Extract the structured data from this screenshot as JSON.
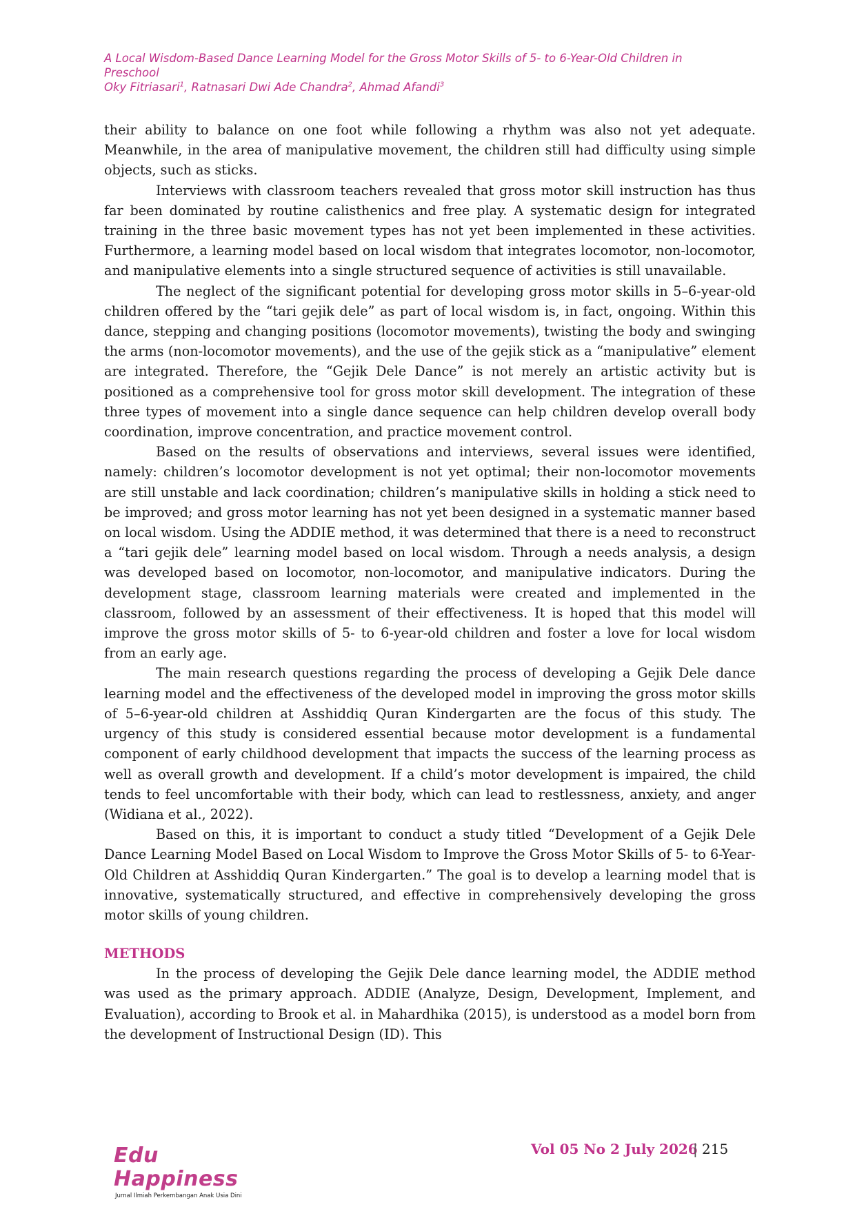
{
  "header": {
    "title_line1": "A Local Wisdom-Based Dance Learning Model for the Gross Motor Skills of 5- to 6-Year-Old Children in",
    "title_line2": "Preschool",
    "authors": {
      "author1": "Oky Fitriasari",
      "sup1": "1",
      "sep1": ", ",
      "author2": "Ratnasari Dwi Ade Chandra",
      "sup2": "2",
      "sep2": ", ",
      "author3": "Ahmad Afandi",
      "sup3": "3"
    }
  },
  "body": {
    "paragraphs": [
      "their ability to balance on one foot while following a rhythm was also not yet adequate. Meanwhile, in the area of manipulative movement, the children still had difficulty using simple objects, such as sticks.",
      "Interviews with classroom teachers revealed that gross motor skill instruction has thus far been dominated by routine calisthenics and free play. A systematic design for integrated training in the three basic movement types has not yet been implemented in these activities. Furthermore, a learning model based on local wisdom that integrates locomotor, non-locomotor, and manipulative elements into a single structured sequence of activities is still unavailable.",
      "The neglect of the significant potential for developing gross motor skills in 5–6-year-old children offered by the “tari gejik dele” as part of local wisdom is, in fact, ongoing. Within this dance, stepping and changing positions (locomotor movements), twisting the body and swinging the arms (non-locomotor movements), and the use of the gejik stick as a “manipulative” element are integrated. Therefore, the “Gejik Dele Dance” is not merely an artistic activity but is positioned as a comprehensive tool for gross motor skill development. The integration of these three types of movement into a single dance sequence can help children develop overall body coordination, improve concentration, and practice movement control.",
      "Based on the results of observations and interviews, several issues were identified, namely: children’s locomotor development is not yet optimal; their non-locomotor movements are still unstable and lack coordination; children’s manipulative skills in holding a stick need to be improved; and gross motor learning has not yet been designed in a systematic manner based on local wisdom. Using the ADDIE method, it was determined that there is a need to reconstruct a “tari gejik dele” learning model based on local wisdom. Through a needs analysis, a design was developed based on locomotor, non-locomotor, and manipulative indicators. During the development stage, classroom learning materials were created and implemented in the classroom, followed by an assessment of their effectiveness. It is hoped that this model will improve the gross motor skills of 5- to 6-year-old children and foster a love for local wisdom from an early age.",
      "The main research questions regarding the process of developing a Gejik Dele dance learning model and the effectiveness of the developed model in improving the gross motor skills of 5–6-year-old children at Asshiddiq Quran Kindergarten are the focus of this study. The urgency of this study is considered essential because motor development is a fundamental component of early childhood development that impacts the success of the learning process as well as overall growth and development. If a child’s motor development is impaired, the child tends to feel uncomfortable with their body, which can lead to restlessness, anxiety, and anger (Widiana et al., 2022).",
      "Based on this, it is important to conduct a study titled “Development of a Gejik Dele Dance Learning Model Based on Local Wisdom to Improve the Gross Motor Skills of 5- to 6-Year-Old Children at Asshiddiq Quran Kindergarten.” The goal is to develop a learning model that is innovative, systematically structured, and effective in comprehensively developing the gross motor skills of young children."
    ],
    "methods_heading": "METHODS",
    "methods_paragraph": "In the process of developing the Gejik Dele dance learning model, the ADDIE method was used as the primary approach. ADDIE (Analyze, Design, Development, Implement, and Evaluation), according to Brook et al. in Mahardhika (2015), is understood as a model born from the development of Instructional Design (ID). This"
  },
  "footer": {
    "logo_title": "Edu Happiness",
    "logo_subtitle": "Jurnal Ilmiah Perkembangan Anak Usia Dini",
    "volume": "Vol 05 No 2 July 2026",
    "separator": "|",
    "page_number": "215"
  },
  "colors": {
    "accent": "#c0338a",
    "text": "#1a1a1a"
  }
}
